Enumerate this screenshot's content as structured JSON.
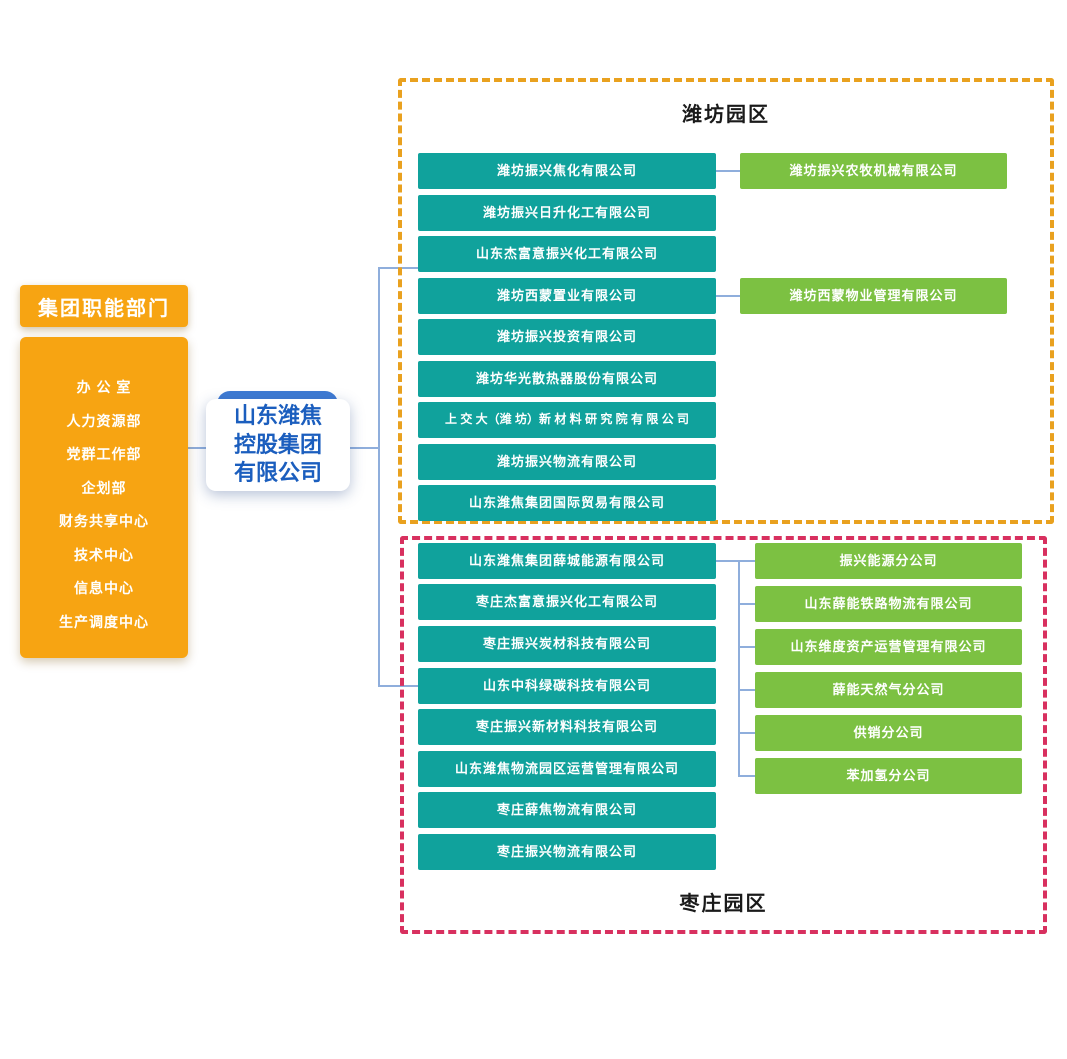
{
  "root_company": {
    "label": "山东潍焦控股集团有限公司"
  },
  "departments": {
    "title": "集团职能部门",
    "items": [
      "办 公 室",
      "人力资源部",
      "党群工作部",
      "企划部",
      "财务共享中心",
      "技术中心",
      "信息中心",
      "生产调度中心"
    ]
  },
  "weifang_park": {
    "title": "潍坊园区",
    "companies": [
      "潍坊振兴焦化有限公司",
      "潍坊振兴日升化工有限公司",
      "山东杰富意振兴化工有限公司",
      "潍坊西蒙置业有限公司",
      "潍坊振兴投资有限公司",
      "潍坊华光散热器股份有限公司",
      "上 交 大（潍 坊）新 材 料 研 究 院 有 限 公 司",
      "潍坊振兴物流有限公司",
      "山东潍焦集团国际贸易有限公司"
    ],
    "subsidiaries": [
      "潍坊振兴农牧机械有限公司",
      "潍坊西蒙物业管理有限公司"
    ]
  },
  "zaozhuang_park": {
    "title": "枣庄园区",
    "companies": [
      "山东潍焦集团薛城能源有限公司",
      "枣庄杰富意振兴化工有限公司",
      "枣庄振兴炭材科技有限公司",
      "山东中科绿碳科技有限公司",
      "枣庄振兴新材料科技有限公司",
      "山东潍焦物流园区运营管理有限公司",
      "枣庄薛焦物流有限公司",
      "枣庄振兴物流有限公司"
    ],
    "subsidiaries": [
      "振兴能源分公司",
      "山东薛能铁路物流有限公司",
      "山东维度资产运营管理有限公司",
      "薛能天然气分公司",
      "供销分公司",
      "苯加氢分公司"
    ]
  },
  "colors": {
    "orange": "#F7A412",
    "teal": "#10A29C",
    "green": "#7CC142",
    "weifang_border": "#E9A11F",
    "zaozhuang_border": "#D8305F",
    "root_text": "#1B5EBE",
    "root_accent": "#3E7AD3",
    "connector": "#8FAEDC"
  }
}
